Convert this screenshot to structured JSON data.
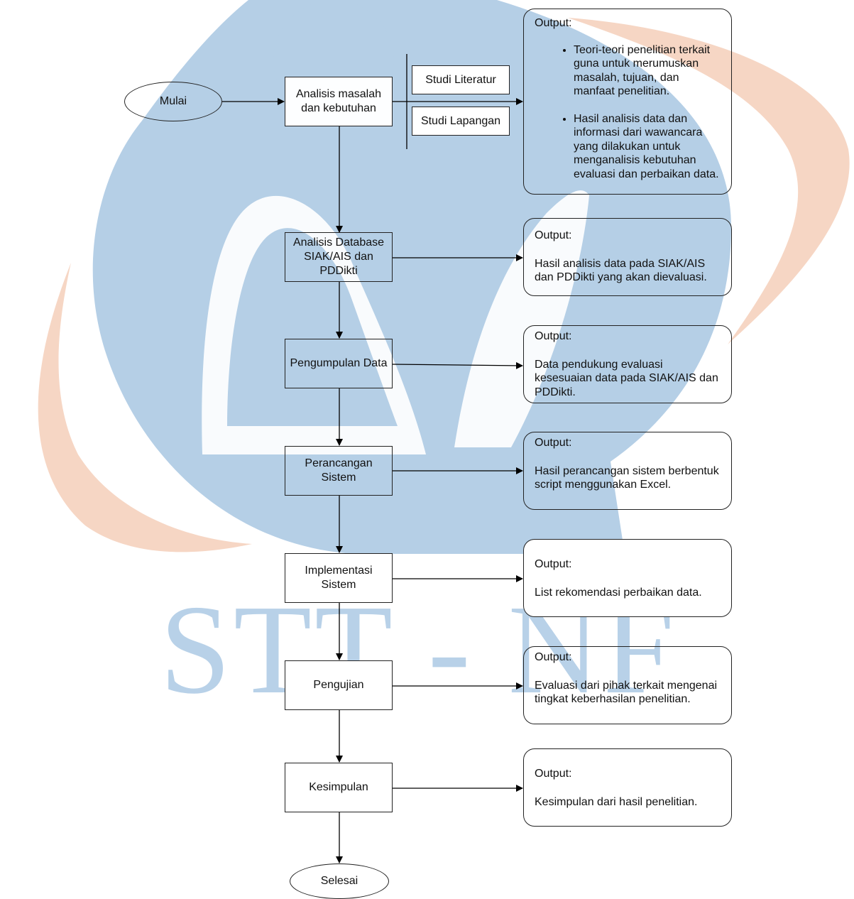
{
  "watermark": {
    "text": "STT - NF",
    "primary_color": "#b5cfe6",
    "accent_color": "#f6d6c4"
  },
  "nodes": {
    "start": "Mulai",
    "analisis_masalah": "Analisis masalah dan kebutuhan",
    "studi_literatur": "Studi Literatur",
    "studi_lapangan": "Studi Lapangan",
    "analisis_database": "Analisis Database SIAK/AIS dan PDDikti",
    "pengumpulan_data": "Pengumpulan Data",
    "perancangan_sistem": "Perancangan Sistem",
    "implementasi_sistem": "Implementasi Sistem",
    "pengujian": "Pengujian",
    "kesimpulan": "Kesimpulan",
    "end": "Selesai"
  },
  "outputs": {
    "label": "Output:",
    "analisis_masalah_items": [
      "Teori-teori penelitian terkait guna untuk merumuskan masalah, tujuan, dan manfaat penelitian.",
      "Hasil analisis data dan informasi dari wawancara yang dilakukan untuk menganalisis kebutuhan evaluasi dan perbaikan data."
    ],
    "analisis_database": "Hasil analisis data pada SIAK/AIS dan PDDikti yang akan dievaluasi.",
    "pengumpulan_data": "Data pendukung evaluasi kesesuaian data pada SIAK/AIS dan PDDikti.",
    "perancangan_sistem": "Hasil perancangan sistem berbentuk script menggunakan Excel.",
    "implementasi_sistem": "List rekomendasi perbaikan data.",
    "pengujian": "Evaluasi dari pihak terkait mengenai tingkat keberhasilan penelitian.",
    "kesimpulan": "Kesimpulan dari hasil penelitian."
  }
}
